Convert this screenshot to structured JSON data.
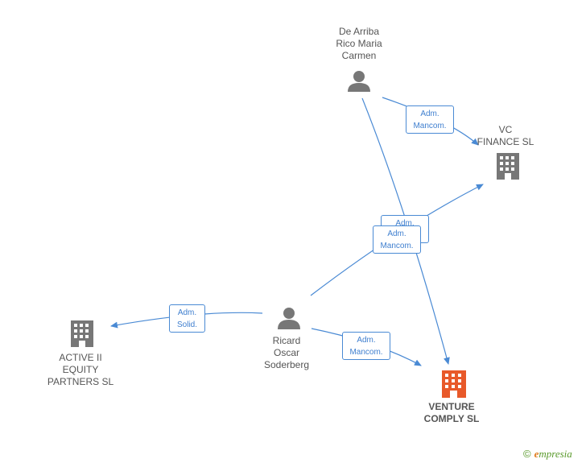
{
  "colors": {
    "edge": "#4a8ad4",
    "person_icon": "#777777",
    "company_icon": "#777777",
    "focus_company": "#e8592a"
  },
  "nodes": {
    "de_arriba": {
      "label": "De Arriba\nRico Maria\nCarmen",
      "icon": "person-icon"
    },
    "vc_finance": {
      "label": "VC\nFINANCE  SL",
      "icon": "building-icon"
    },
    "active_ii": {
      "label": "ACTIVE II\nEQUITY\nPARTNERS SL",
      "icon": "building-icon"
    },
    "ricard": {
      "label": "Ricard\nOscar\nSoderberg",
      "icon": "person-icon"
    },
    "venture": {
      "label": "VENTURE\nCOMPLY  SL",
      "icon": "building-icon"
    }
  },
  "edges": {
    "e1": {
      "label": "Adm.\nMancom."
    },
    "e2": {
      "label": "Adm.\nMancom."
    },
    "e3": {
      "label": "Adm.\nMancom."
    },
    "e4": {
      "label": "Adm.\nSolid."
    },
    "e5": {
      "label": "Adm.\nMancom."
    }
  },
  "brand": {
    "copyright": "©",
    "name_e": "e",
    "name_rest": "mpresia"
  }
}
